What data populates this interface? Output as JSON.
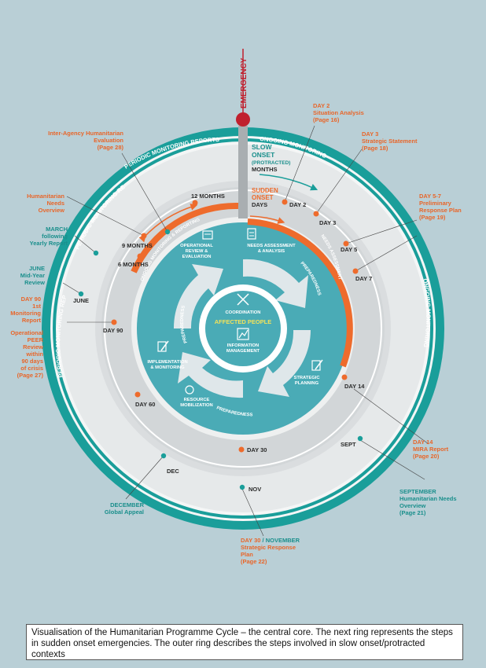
{
  "header": {
    "emergency": "EMERGENCY"
  },
  "outer_ring": {
    "ongoing_monitoring_top": "ONGOING MONITORING",
    "ongoing_monitoring_right": "ONGOING MONITORING",
    "periodic_reports_top": "PERIODIC MONITORING REPORTS",
    "periodic_reports_mid": "PERIODIC MONITORING REPORTS",
    "periodic_reports_left": "PERIODIC MONITORING REPORTS",
    "slow_onset": [
      "SLOW",
      "ONSET",
      "(PROTRACTED)",
      "MONTHS"
    ],
    "markers": {
      "june": "JUNE",
      "dec": "DEC",
      "nov": "NOV",
      "sept": "SEPT"
    }
  },
  "middle_ring": {
    "sudden_onset": [
      "SUDDEN",
      "ONSET",
      "DAYS"
    ],
    "ongoing_monitoring_reporting": "ONGOING MONITORING & REPORTING",
    "needs_assessment": "NEEDS ASSESSMENT",
    "markers": {
      "day2": "DAY 2",
      "day3": "DAY 3",
      "day5": "DAY 5",
      "day7": "DAY 7",
      "day14": "DAY 14",
      "day30": "DAY 30",
      "day60": "DAY 60",
      "day90": "DAY 90",
      "m6": "6 MONTHS",
      "m9": "9 MONTHS",
      "m12": "12 MONTHS"
    }
  },
  "inner_ring": {
    "preparedness_left": "PREPAREDNESS",
    "preparedness_right": "PREPAREDNESS",
    "preparedness_bottom": "PREPAREDNESS",
    "steps": {
      "operational_review": [
        "OPERATIONAL",
        "REVIEW &",
        "EVALUATION"
      ],
      "needs_assessment": [
        "NEEDS ASSESSMENT",
        "& ANALYSIS"
      ],
      "strategic_planning": [
        "STRATEGIC",
        "PLANNING"
      ],
      "resource_mobilization": [
        "RESOURCE",
        "MOBILIZATION"
      ],
      "implementation": [
        "IMPLEMENTATION",
        "& MONITORING"
      ]
    },
    "core": {
      "coordination": "COORDINATION",
      "affected_people": "AFFECTED PEOPLE",
      "information_management": [
        "INFORMATION",
        "MANAGEMENT"
      ]
    }
  },
  "callouts": {
    "day2": [
      "DAY 2",
      "Situation Analysis",
      "(Page 16)"
    ],
    "day3": [
      "DAY 3",
      "Strategic Statement",
      "(Page 18)"
    ],
    "day57": [
      "DAY 5-7",
      "Preliminary",
      "Response Plan",
      "(Page 19)"
    ],
    "inter_agency": [
      "Inter-Agency Humanitarian",
      "Evaluation",
      "(Page 28)"
    ],
    "hno_left": [
      "Humanitarian",
      "Needs",
      "Overview"
    ],
    "march": [
      "MARCH",
      "following",
      "Yearly Report"
    ],
    "june": [
      "JUNE",
      "Mid-Year",
      "Review"
    ],
    "day90": [
      "DAY 90",
      "1st",
      "Monitoring",
      "Report"
    ],
    "peer": [
      "Operational",
      "PEER",
      "Review",
      "within",
      "90 days",
      "of crisis",
      "(Page 27)"
    ],
    "day14": [
      "DAY 14",
      "MIRA Report",
      "(Page 20)"
    ],
    "september": [
      "SEPTEMBER",
      "Humanitarian Needs",
      "Overview",
      "(Page 21)"
    ],
    "december": [
      "DECEMBER",
      "Global Appeal"
    ],
    "day30_nov": {
      "day30": "DAY 30",
      "sep": " / ",
      "nov": "NOVEMBER",
      "rest": [
        "Strategic Response",
        "Plan",
        "(Page 22)"
      ]
    }
  },
  "caption": "Visualisation of the Humanitarian Programme Cycle – the central core. The next ring represents the steps in sudden onset emergencies. The outer ring describes the steps involved in slow onset/protracted contexts",
  "colors": {
    "background": "#b9cfd6",
    "teal_outer": "#1a9e9a",
    "outer_fill": "#eceeee",
    "middle_fill": "#d4d8da",
    "inner_teal": "#4aabb6",
    "orange": "#ee6b2c",
    "emergency_red": "#c0202e",
    "teal_text": "#1a8f8c"
  },
  "icons": [
    "emergency-dot-icon",
    "clipboard-icon",
    "checklist-icon",
    "pencil-doc-icon",
    "money-bag-icon",
    "chart-icon",
    "arrows-icon",
    "cycle-arrows-icon"
  ]
}
